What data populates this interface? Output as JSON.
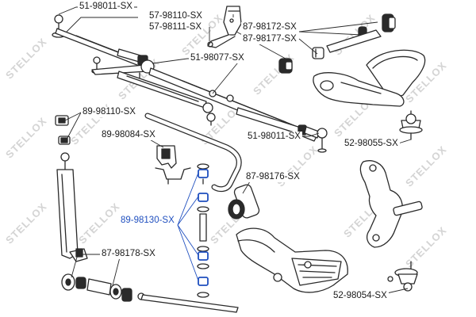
{
  "watermark": "STELLOX",
  "colors": {
    "text": "#1a1a1a",
    "highlight": "#1f4fbf",
    "line": "#2a2a2a",
    "part_fill": "#ffffff",
    "bushing_fill": "#2a2a2a",
    "watermark": "#d4d4d4"
  },
  "labels": {
    "tie_rod_end_upper_left": "51-98011-SX",
    "idler_arm_1": "57-98110-SX",
    "idler_arm_2": "57-98111-SX",
    "upper_arm_bushing_1": "87-98172-SX",
    "upper_arm_bushing_2": "87-98177-SX",
    "center_link": "51-98077-SX",
    "stabilizer_bushing": "89-98110-SX",
    "stabilizer_link": "89-98084-SX",
    "tie_rod_end_right": "51-98011-SX",
    "upper_ball_joint": "52-98055-SX",
    "lower_arm_bushing": "87-98176-SX",
    "stab_link_kit": "89-98130-SX",
    "strut_bushing_kit": "87-98178-SX",
    "lower_ball_joint": "52-98054-SX"
  }
}
